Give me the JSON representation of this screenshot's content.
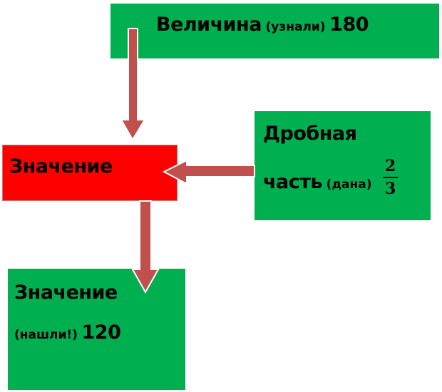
{
  "magnitude_box": {
    "word": "Величина",
    "note": "(узнали)",
    "value": "180"
  },
  "fraction_box": {
    "line1": "Дробная",
    "line2_word": "часть",
    "note": "(дана)",
    "numerator": "2",
    "denominator": "3"
  },
  "value_box": {
    "label": "Значение"
  },
  "result_box": {
    "line1": "Значение",
    "note": "(нашли!)",
    "value": "120"
  },
  "colors": {
    "green": "#00b050",
    "red": "#ff0000",
    "arrow_fill": "#c0504d",
    "arrow_outline": "#ffffff"
  }
}
